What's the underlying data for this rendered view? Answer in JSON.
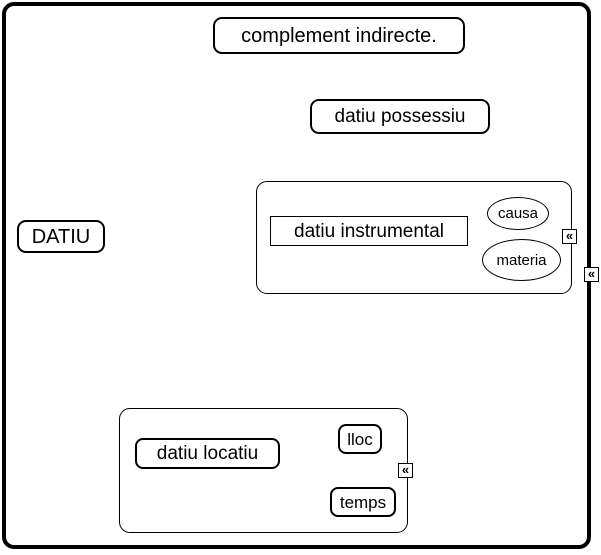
{
  "nodes": {
    "complement_indirecte": "complement indirecte.",
    "datiu_possessiu": "datiu possessiu",
    "datiu": "DATIU",
    "datiu_instrumental": "datiu instrumental",
    "causa": "causa",
    "materia": "materia",
    "datiu_locatiu": "datiu locatiu",
    "lloc": "lloc",
    "temps": "temps"
  },
  "icons": {
    "collapse_glyph": "«"
  },
  "colors": {
    "stroke": "#000000",
    "background": "#ffffff"
  }
}
